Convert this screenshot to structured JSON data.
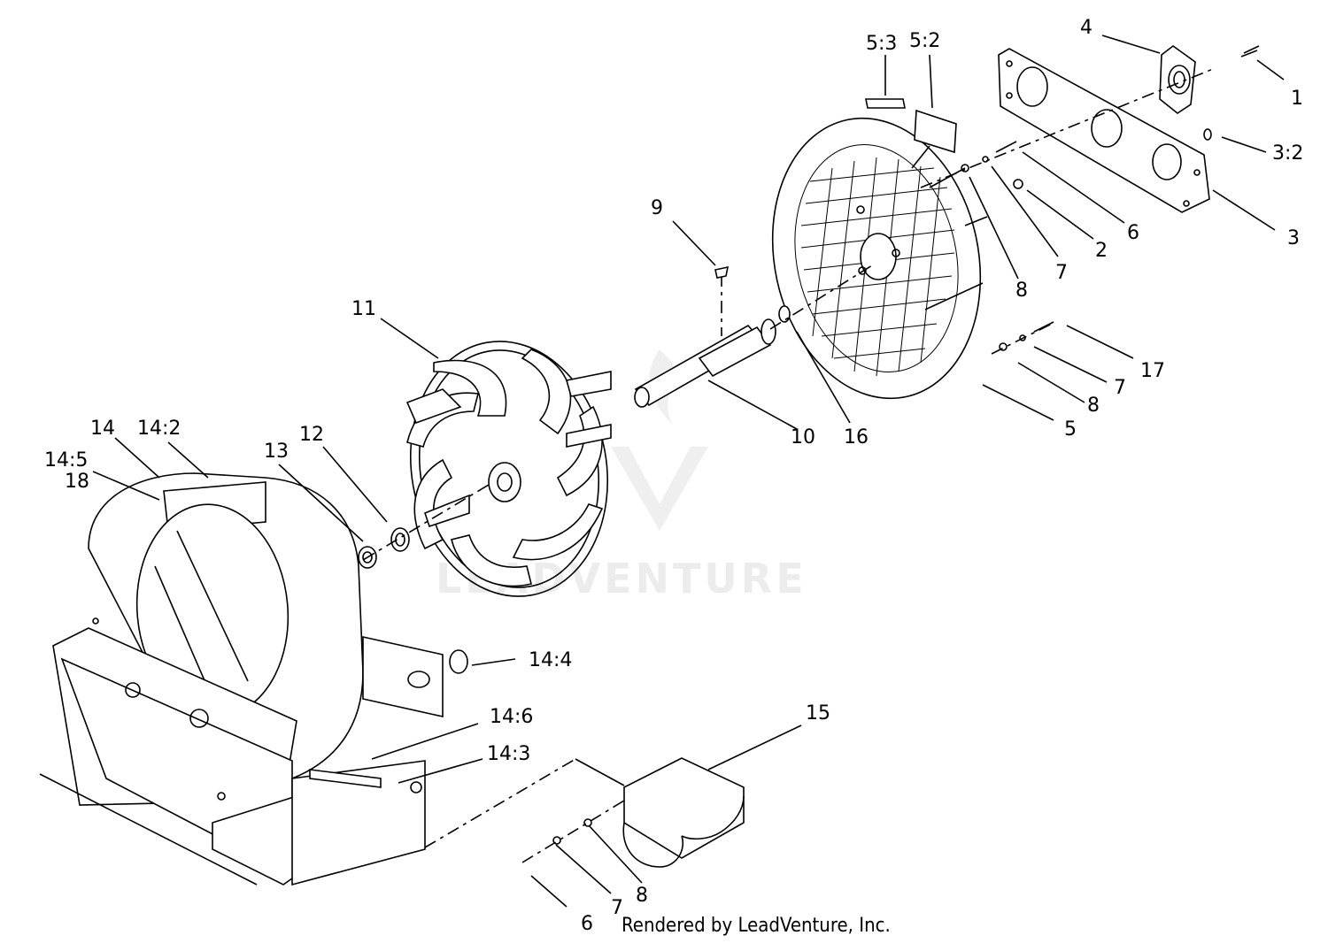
{
  "callouts": [
    {
      "id": "1",
      "label": "1"
    },
    {
      "id": "2",
      "label": "2"
    },
    {
      "id": "3",
      "label": "3"
    },
    {
      "id": "3-2",
      "label": "3:2"
    },
    {
      "id": "4",
      "label": "4"
    },
    {
      "id": "5-3",
      "label": "5:3"
    },
    {
      "id": "5-2",
      "label": "5:2"
    },
    {
      "id": "6a",
      "label": "6"
    },
    {
      "id": "7a",
      "label": "7"
    },
    {
      "id": "8a",
      "label": "8"
    },
    {
      "id": "9",
      "label": "9"
    },
    {
      "id": "11",
      "label": "11"
    },
    {
      "id": "17",
      "label": "17"
    },
    {
      "id": "7b",
      "label": "7"
    },
    {
      "id": "8b",
      "label": "8"
    },
    {
      "id": "5",
      "label": "5"
    },
    {
      "id": "10",
      "label": "10"
    },
    {
      "id": "16",
      "label": "16"
    },
    {
      "id": "14",
      "label": "14"
    },
    {
      "id": "14-2",
      "label": "14:2"
    },
    {
      "id": "14-5",
      "label": "14:5"
    },
    {
      "id": "18",
      "label": "18"
    },
    {
      "id": "13",
      "label": "13"
    },
    {
      "id": "12",
      "label": "12"
    },
    {
      "id": "14-4",
      "label": "14:4"
    },
    {
      "id": "14-6",
      "label": "14:6"
    },
    {
      "id": "15",
      "label": "15"
    },
    {
      "id": "14-3",
      "label": "14:3"
    },
    {
      "id": "8c",
      "label": "8"
    },
    {
      "id": "7c",
      "label": "7"
    },
    {
      "id": "6b",
      "label": "6"
    }
  ],
  "watermark": "LEADVENTURE",
  "credit": "Rendered by LeadVenture, Inc."
}
